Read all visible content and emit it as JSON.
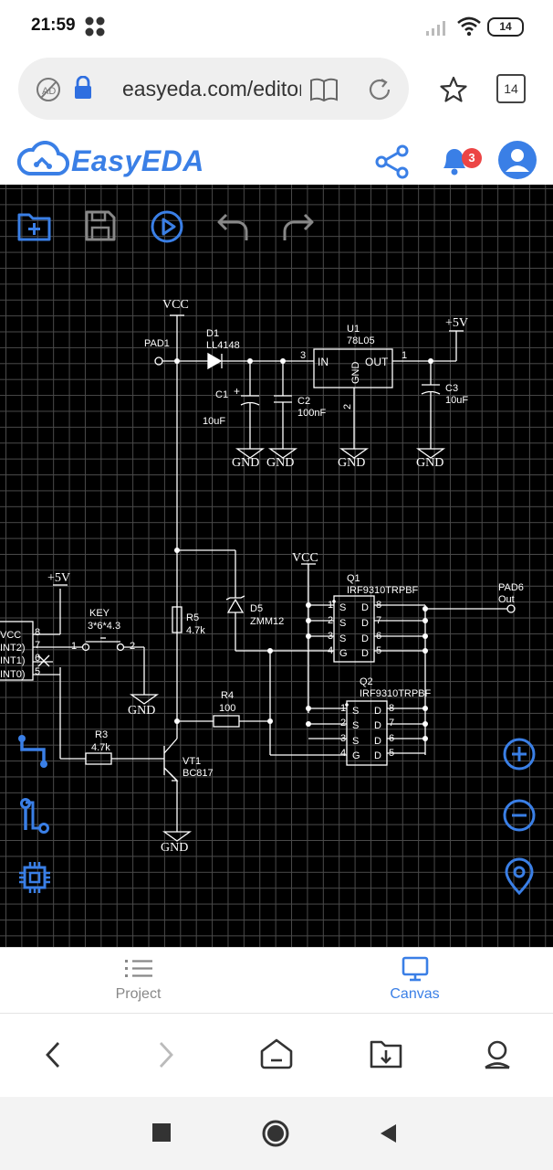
{
  "status_bar": {
    "time": "21:59",
    "battery": "14"
  },
  "browser": {
    "url": "easyeda.com/editor",
    "tab_count": "14"
  },
  "app": {
    "brand": "EasyEDA",
    "notification_count": "3",
    "accent_color": "#3a7fe6"
  },
  "toolbar": {
    "icons": [
      "new-project-icon",
      "save-icon",
      "run-icon",
      "undo-icon",
      "redo-icon"
    ]
  },
  "side_tools_left": [
    "wire-icon",
    "pin-icon",
    "chip-icon"
  ],
  "side_tools_right": [
    "zoom-in-icon",
    "zoom-out-icon",
    "location-icon"
  ],
  "schematic": {
    "net_vcc_top": "VCC",
    "net_5v_top": "+5V",
    "pad1": "PAD1",
    "d1_ref": "D1",
    "d1_val": "LL4148",
    "u1_ref": "U1",
    "u1_val": "78L05",
    "u1_pin_in": "IN",
    "u1_pin_out": "OUT",
    "u1_pin_gnd": "GND",
    "u1_pin3": "3",
    "u1_pin1": "1",
    "u1_pin2": "2",
    "c1_ref": "C1",
    "c1_val": "10uF",
    "c2_ref": "C2",
    "c2_val": "100nF",
    "c3_ref": "C3",
    "c3_val": "10uF",
    "gnd": "GND",
    "net_vcc_q1": "VCC",
    "q1_ref": "Q1",
    "q1_val": "IRF9310TRPBF",
    "q2_ref": "Q2",
    "q2_val": "IRF9310TRPBF",
    "pad6_ref": "PAD6",
    "pad6_val": "Out",
    "d5_ref": "D5",
    "d5_val": "ZMM12",
    "r5_ref": "R5",
    "r5_val": "4.7k",
    "r4_ref": "R4",
    "r4_val": "100",
    "r3_ref": "R3",
    "r3_val": "4.7k",
    "vt1_ref": "VT1",
    "vt1_val": "BC817",
    "key_ref": "KEY",
    "key_val": "3*6*4.3",
    "key_pin1": "1",
    "key_pin2": "2",
    "net_5v_left": "+5V",
    "mcu_labels": [
      "VCC",
      "INT2)",
      "INT1)",
      "INT0)"
    ],
    "mcu_pins": [
      "8",
      "7",
      "6",
      "5"
    ],
    "mos_pins_left": [
      "1",
      "2",
      "3",
      "4"
    ],
    "mos_pins_right": [
      "8",
      "7",
      "6",
      "5"
    ],
    "mos_left_names": [
      "S",
      "S",
      "S",
      "G"
    ],
    "mos_right_names": [
      "D",
      "D",
      "D",
      "D"
    ]
  },
  "bottom_tabs": [
    {
      "label": "Project",
      "active": false
    },
    {
      "label": "Canvas",
      "active": true
    }
  ]
}
